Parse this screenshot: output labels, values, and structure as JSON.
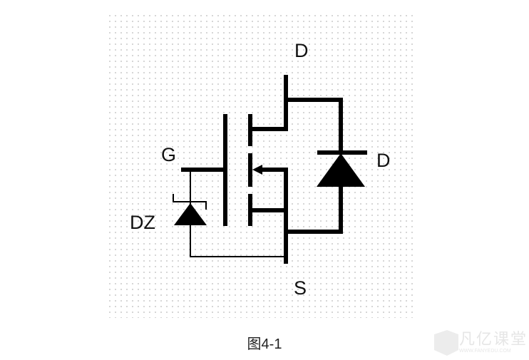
{
  "diagram": {
    "labels": {
      "drain_top": "D",
      "diode": "D",
      "gate": "G",
      "zener": "DZ",
      "source": "S"
    },
    "caption": "图4-1"
  },
  "watermark": {
    "name": "凡亿课堂",
    "url": "WWW.FANYEDU.COM"
  }
}
